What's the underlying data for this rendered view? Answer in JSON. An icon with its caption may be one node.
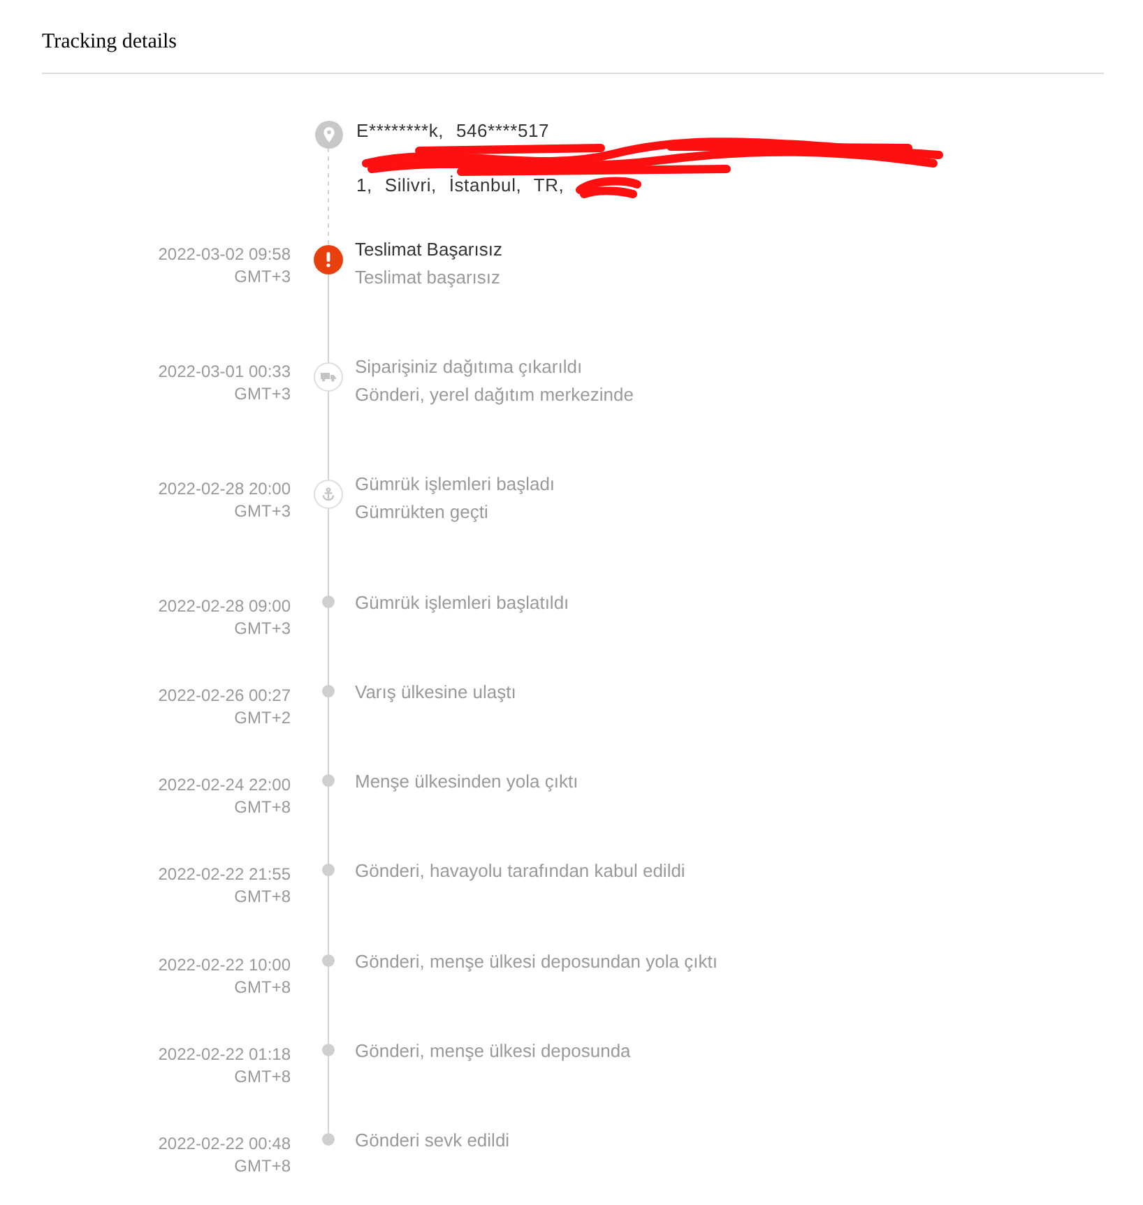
{
  "diagram": {
    "title": "Tracking details",
    "nodes": [
      {
        "text": [],
        "shape": "circle",
        "beside": [
          "E********k, 546****517",
          "1, Silivri, İstanbul, TR,"
        ]
      },
      {
        "text": [],
        "shape": "circle",
        "beside": [
          "2022-03-02 09:58 GMT+3",
          "Teslimat Başarısız",
          "Teslimat başarısız"
        ]
      },
      {
        "text": [],
        "shape": "circle",
        "beside": [
          "2022-03-01 00:33 GMT+3",
          "Siparişiniz dağıtıma çıkarıldı",
          "Gönderi, yerel dağıtım merkezinde"
        ]
      },
      {
        "text": [],
        "shape": "circle",
        "beside": [
          "2022-02-28 20:00 GMT+3",
          "Gümrük işlemleri başladı",
          "Gümrükten geçti"
        ]
      },
      {
        "text": [],
        "shape": "circle",
        "beside": [
          "2022-02-28 09:00 GMT+3",
          "Gümrük işlemleri başlatıldı"
        ]
      },
      {
        "text": [],
        "shape": "circle",
        "beside": [
          "2022-02-26 00:27 GMT+2",
          "Varış ülkesine ulaştı"
        ]
      },
      {
        "text": [],
        "shape": "circle",
        "beside": [
          "2022-02-24 22:00 GMT+8",
          "Menşe ülkesinden yola çıktı"
        ]
      },
      {
        "text": [],
        "shape": "circle",
        "beside": [
          "2022-02-22 21:55 GMT+8",
          "Gönderi, havayolu tarafından kabul edildi"
        ]
      },
      {
        "text": [],
        "shape": "circle",
        "beside": [
          "2022-02-22 10:00 GMT+8",
          "Gönderi, menşe ülkesi deposundan yola çıktı"
        ]
      },
      {
        "text": [],
        "shape": "circle",
        "beside": [
          "2022-02-22 01:18 GMT+8",
          "Gönderi, menşe ülkesi deposunda"
        ]
      },
      {
        "text": [],
        "shape": "circle",
        "beside": [
          "2022-02-22 00:48 GMT+8",
          "Gönderi sevk edildi"
        ]
      }
    ],
    "edges": [
      {
        "from": 0,
        "to": 1,
        "arrow": "none",
        "style": "dashed"
      },
      {
        "from": 1,
        "to": 2,
        "arrow": "none"
      },
      {
        "from": 2,
        "to": 3,
        "arrow": "none"
      },
      {
        "from": 3,
        "to": 4,
        "arrow": "none"
      },
      {
        "from": 4,
        "to": 5,
        "arrow": "none"
      },
      {
        "from": 5,
        "to": 6,
        "arrow": "none"
      },
      {
        "from": 6,
        "to": 7,
        "arrow": "none"
      },
      {
        "from": 7,
        "to": 8,
        "arrow": "none"
      },
      {
        "from": 8,
        "to": 9,
        "arrow": "none"
      },
      {
        "from": 9,
        "to": 10,
        "arrow": "none"
      }
    ]
  }
}
